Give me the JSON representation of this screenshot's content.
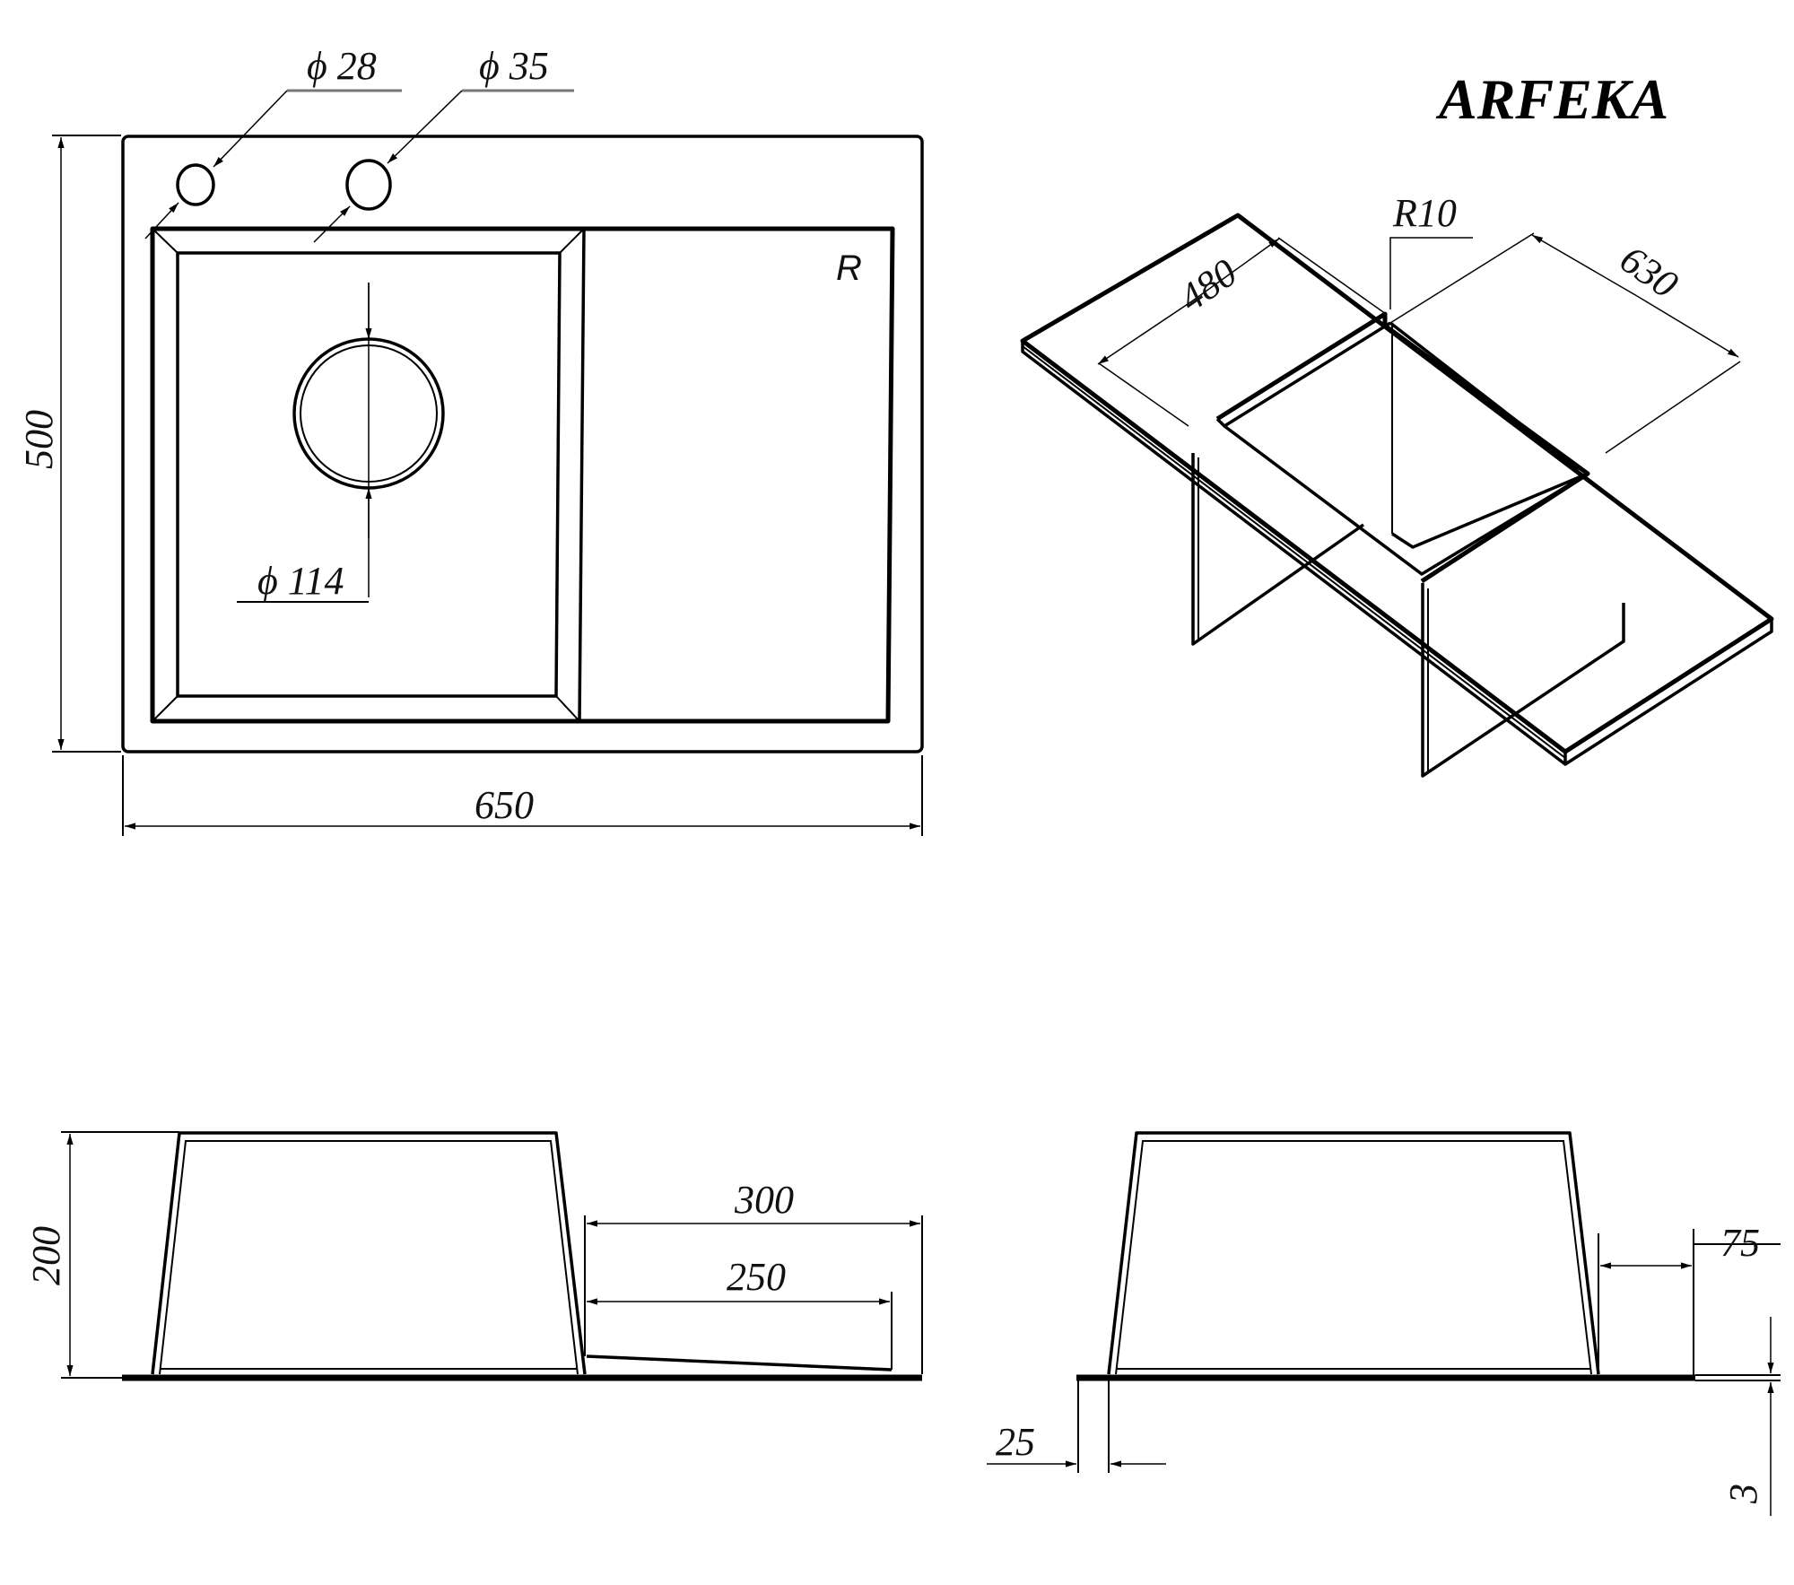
{
  "brand": {
    "name": "ARFEKA"
  },
  "top_view": {
    "width_dim": "650",
    "height_dim": "500",
    "tap_hole_1_dim": "ϕ 28",
    "tap_hole_2_dim": "ϕ 35",
    "drain_dim": "ϕ 114",
    "orientation_mark": "R"
  },
  "iso_view": {
    "bowl_width_dim": "480",
    "overall_length_dim": "630",
    "corner_radius_dim": "R10"
  },
  "front_view": {
    "depth_dim": "200",
    "drainer_outer_dim": "300",
    "drainer_inner_dim": "250"
  },
  "side_view": {
    "rim_offset_dim": "75",
    "flange_dim": "25",
    "flange_thickness_dim": "3"
  }
}
